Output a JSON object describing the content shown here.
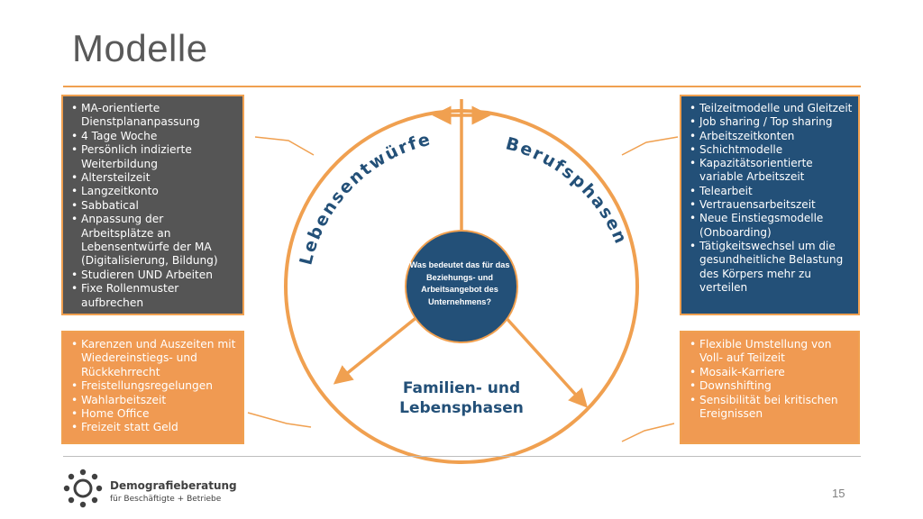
{
  "slide": {
    "title": "Modelle",
    "page_number": "15"
  },
  "left_top_box": {
    "items": [
      "MA-orientierte Dienstplananpassung",
      "4 Tage Woche",
      "Persönlich indizierte Weiterbildung",
      "Altersteilzeit",
      "Langzeitkonto",
      "Sabbatical",
      "Anpassung der Arbeitsplätze an Lebensentwürfe der MA (Digitalisierung, Bildung)",
      "Studieren UND Arbeiten",
      "Fixe Rollenmuster aufbrechen"
    ]
  },
  "left_bottom_box": {
    "items": [
      "Karenzen und Auszeiten mit Wiedereinstiegs- und Rückkehrrecht",
      "Freistellungsregelungen",
      "Wahlarbeitszeit",
      "Home Office",
      "Freizeit statt Geld"
    ]
  },
  "right_top_box": {
    "items": [
      "Teilzeitmodelle und Gleitzeit",
      "Job sharing / Top sharing",
      "Arbeitszeitkonten",
      "Schichtmodelle",
      "Kapazitätsorientierte variable Arbeitszeit",
      "Telearbeit",
      "Vertrauensarbeitszeit",
      "Neue Einstiegsmodelle (Onboarding)",
      "Tätigkeitswechsel um die gesundheitliche Belastung des Körpers mehr zu verteilen"
    ]
  },
  "right_bottom_box": {
    "items": [
      "Flexible Umstellung von Voll- auf Teilzeit",
      "Mosaik-Karriere",
      "Downshifting",
      "Sensibilität bei kritischen Ereignissen"
    ]
  },
  "diagram": {
    "center_question": "Was bedeutet das für das Beziehungs- und Arbeitsangebot des Unternehmens?",
    "segment_left": "Lebensentwürfe",
    "segment_right": "Berufsphasen",
    "segment_bottom_line1": "Familien- und",
    "segment_bottom_line2": "Lebensphasen"
  },
  "logo": {
    "name": "Demografieberatung",
    "subtitle": "für Beschäftigte + Betriebe"
  },
  "colors": {
    "orange": "#f0a050",
    "blue": "#235078",
    "grey": "#555555",
    "title_grey": "#595959"
  }
}
